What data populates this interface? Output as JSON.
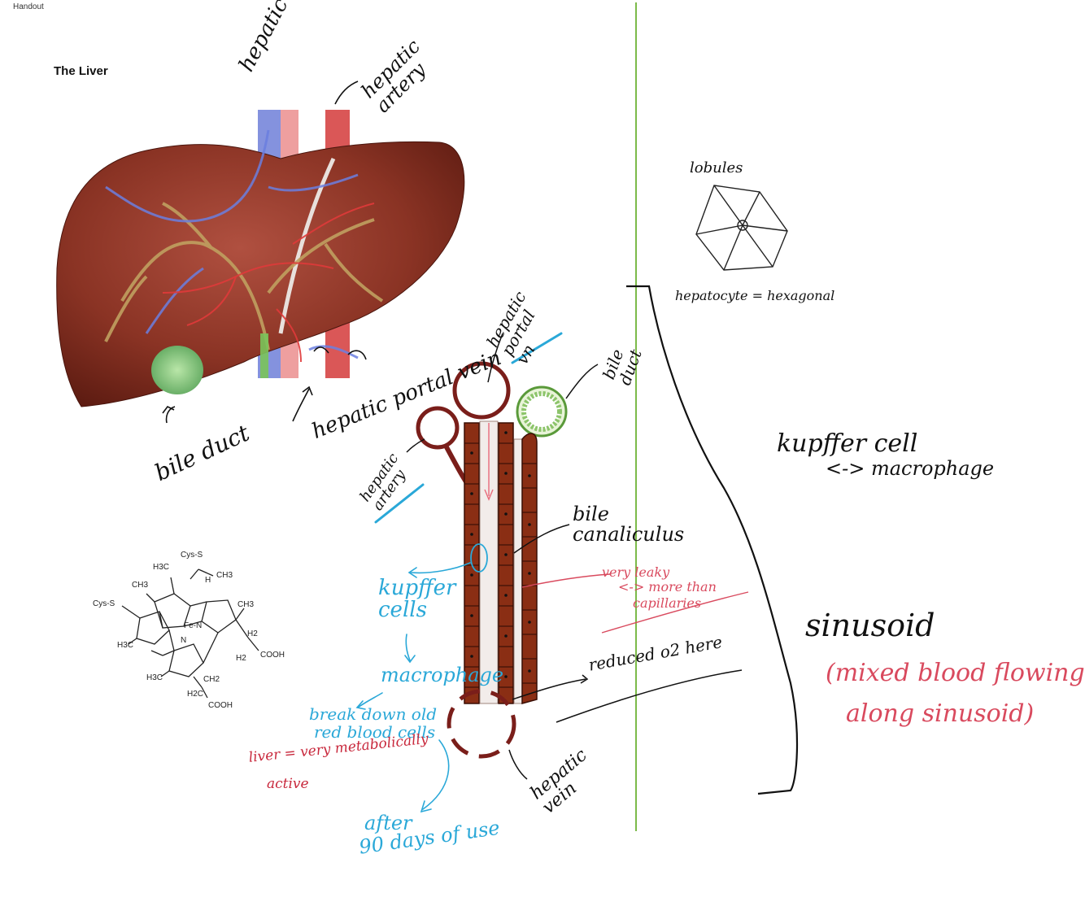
{
  "header": {
    "label": "Handout"
  },
  "title": "The Liver",
  "liver_labels": {
    "hepatic_vein": "hepatic vein",
    "hepatic_artery": "hepatic artery",
    "hepatic_portal_vein": "hepatic portal vein",
    "bile_duct": "bile duct"
  },
  "lobule_labels": {
    "hepatic_portal_vein": "hepatic portal vn",
    "bile_duct": "bile duct",
    "hepatic_artery": "hepatic artery",
    "bile_canaliculus": "bile canaliculus",
    "hepatic_vein": "hepatic vein",
    "reduced_o2_here": "reduced o2 here"
  },
  "notes": {
    "lobules": "lobules",
    "hepatocyte": "hepatocyte = hexagonal",
    "kupffer_cell": "kupffer cell",
    "macrophage_arrow": "<-> macrophage",
    "sinusoid": "sinusoid",
    "sinusoid_desc_1": "(mixed blood flowing",
    "sinusoid_desc_2": "along sinusoid)",
    "very_leaky_1": "very leaky",
    "very_leaky_2": "<-> more than",
    "very_leaky_3": "capillaries",
    "kupffer_cells_blue": "kupffer cells",
    "macrophage_blue": "macrophage",
    "break_down_1": "break down old",
    "break_down_2": "red blood cells",
    "liver_active_1": "liver = very metabolically",
    "liver_active_2": "active",
    "after_1": "after",
    "after_2": "90 days of use"
  },
  "heme_labels": {
    "cys_s_top": "Cys-S",
    "h3c_top": "H3C",
    "ch3_top": "CH3",
    "h_top": "H",
    "ch3_left": "CH3",
    "cys_s_left": "Cys-S",
    "fe_n": "Fe-N",
    "n_lower": "N",
    "ch3_right": "CH3",
    "h2_right": "H2",
    "cooh_right": "COOH",
    "h2c_mid": "H2",
    "h3c_left": "H3C",
    "h3c_bottom": "H3C",
    "ch2_bottom": "CH2",
    "h2c_bottom": "H2C",
    "cooh_bottom": "COOH"
  },
  "colors": {
    "liver_brown": "#7a2a1e",
    "ink_black": "#111111",
    "ink_blue": "#2aa8d8",
    "ink_red": "#c8283c",
    "ink_pink": "#d94a5e",
    "divider_green": "#7cba4a"
  }
}
